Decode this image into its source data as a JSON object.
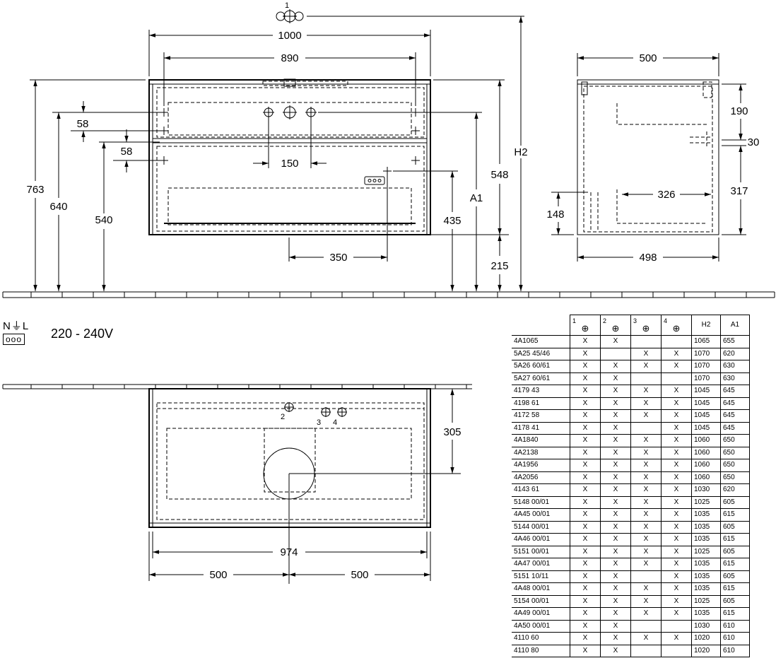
{
  "front_view": {
    "dims": {
      "width_1000": "1000",
      "width_890": "890",
      "height_763": "763",
      "height_640": "640",
      "height_540": "540",
      "offset_58a": "58",
      "offset_58b": "58",
      "spacing_150": "150",
      "offset_350": "350",
      "height_435": "435",
      "label_a1": "A1",
      "height_548": "548",
      "height_215": "215",
      "label_h2": "H2",
      "tap_1": "1"
    }
  },
  "side_view": {
    "dims": {
      "depth_500": "500",
      "depth_498": "498",
      "height_190": "190",
      "height_30": "30",
      "height_317": "317",
      "height_148": "148",
      "width_326": "326"
    }
  },
  "top_view": {
    "dims": {
      "depth_305": "305",
      "width_974": "974",
      "half_left_500": "500",
      "half_right_500": "500",
      "tap_2": "2",
      "tap_3": "3",
      "tap_4": "4"
    }
  },
  "electrical": {
    "symbol": "N⏚L",
    "socket": "ooo",
    "voltage": "220 - 240V"
  },
  "table": {
    "headers": {
      "c1": "1",
      "c2": "2",
      "c3": "3",
      "c4": "4",
      "h2": "H2",
      "a1": "A1"
    },
    "rows": [
      {
        "model": "4A1065",
        "c1": "X",
        "c2": "X",
        "c3": "",
        "c4": "",
        "h2": "1065",
        "a1": "655"
      },
      {
        "model": "5A25 45/46",
        "c1": "X",
        "c2": "",
        "c3": "X",
        "c4": "X",
        "h2": "1070",
        "a1": "620"
      },
      {
        "model": "5A26 60/61",
        "c1": "X",
        "c2": "X",
        "c3": "X",
        "c4": "X",
        "h2": "1070",
        "a1": "630"
      },
      {
        "model": "5A27 60/61",
        "c1": "X",
        "c2": "X",
        "c3": "",
        "c4": "",
        "h2": "1070",
        "a1": "630"
      },
      {
        "model": "4179 43",
        "c1": "X",
        "c2": "X",
        "c3": "X",
        "c4": "X",
        "h2": "1045",
        "a1": "645"
      },
      {
        "model": "4198 61",
        "c1": "X",
        "c2": "X",
        "c3": "X",
        "c4": "X",
        "h2": "1045",
        "a1": "645"
      },
      {
        "model": "4172 58",
        "c1": "X",
        "c2": "X",
        "c3": "X",
        "c4": "X",
        "h2": "1045",
        "a1": "645"
      },
      {
        "model": "4178 41",
        "c1": "X",
        "c2": "X",
        "c3": "",
        "c4": "X",
        "h2": "1045",
        "a1": "645"
      },
      {
        "model": "4A1840",
        "c1": "X",
        "c2": "X",
        "c3": "X",
        "c4": "X",
        "h2": "1060",
        "a1": "650"
      },
      {
        "model": "4A2138",
        "c1": "X",
        "c2": "X",
        "c3": "X",
        "c4": "X",
        "h2": "1060",
        "a1": "650"
      },
      {
        "model": "4A1956",
        "c1": "X",
        "c2": "X",
        "c3": "X",
        "c4": "X",
        "h2": "1060",
        "a1": "650"
      },
      {
        "model": "4A2056",
        "c1": "X",
        "c2": "X",
        "c3": "X",
        "c4": "X",
        "h2": "1060",
        "a1": "650"
      },
      {
        "model": "4143 61",
        "c1": "X",
        "c2": "X",
        "c3": "X",
        "c4": "X",
        "h2": "1030",
        "a1": "620"
      },
      {
        "model": "5148 00/01",
        "c1": "X",
        "c2": "X",
        "c3": "X",
        "c4": "X",
        "h2": "1025",
        "a1": "605"
      },
      {
        "model": "4A45 00/01",
        "c1": "X",
        "c2": "X",
        "c3": "X",
        "c4": "X",
        "h2": "1035",
        "a1": "615"
      },
      {
        "model": "5144 00/01",
        "c1": "X",
        "c2": "X",
        "c3": "X",
        "c4": "X",
        "h2": "1035",
        "a1": "605"
      },
      {
        "model": "4A46 00/01",
        "c1": "X",
        "c2": "X",
        "c3": "X",
        "c4": "X",
        "h2": "1035",
        "a1": "615"
      },
      {
        "model": "5151 00/01",
        "c1": "X",
        "c2": "X",
        "c3": "X",
        "c4": "X",
        "h2": "1025",
        "a1": "605"
      },
      {
        "model": "4A47 00/01",
        "c1": "X",
        "c2": "X",
        "c3": "X",
        "c4": "X",
        "h2": "1035",
        "a1": "615"
      },
      {
        "model": "5151 10/11",
        "c1": "X",
        "c2": "X",
        "c3": "",
        "c4": "X",
        "h2": "1035",
        "a1": "605"
      },
      {
        "model": "4A48 00/01",
        "c1": "X",
        "c2": "X",
        "c3": "X",
        "c4": "X",
        "h2": "1035",
        "a1": "615"
      },
      {
        "model": "5154 00/01",
        "c1": "X",
        "c2": "X",
        "c3": "X",
        "c4": "X",
        "h2": "1025",
        "a1": "605"
      },
      {
        "model": "4A49 00/01",
        "c1": "X",
        "c2": "X",
        "c3": "X",
        "c4": "X",
        "h2": "1035",
        "a1": "615"
      },
      {
        "model": "4A50 00/01",
        "c1": "X",
        "c2": "X",
        "c3": "",
        "c4": "",
        "h2": "1030",
        "a1": "610"
      },
      {
        "model": "4110 60",
        "c1": "X",
        "c2": "X",
        "c3": "X",
        "c4": "X",
        "h2": "1020",
        "a1": "610"
      },
      {
        "model": "4110 80",
        "c1": "X",
        "c2": "X",
        "c3": "",
        "c4": "",
        "h2": "1020",
        "a1": "610"
      }
    ]
  }
}
